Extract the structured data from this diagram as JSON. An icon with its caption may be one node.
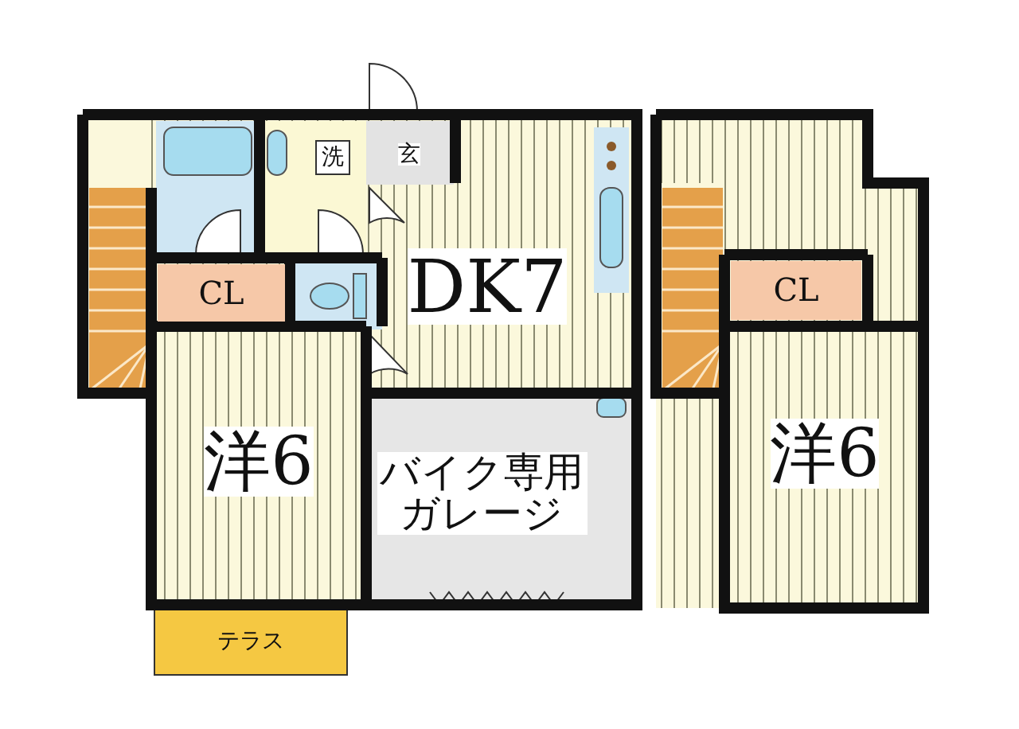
{
  "diagram": {
    "nodes": [
      {
        "text": [
          "洗"
        ]
      },
      {
        "text": [
          "玄"
        ]
      },
      {
        "text": [
          "CL"
        ]
      },
      {
        "text": [
          "DK7"
        ]
      },
      {
        "text": [
          "洋6"
        ]
      },
      {
        "text": [
          "バイク専用ガレージ"
        ]
      },
      {
        "text": [
          "テラス"
        ]
      },
      {
        "text": [
          "CL"
        ]
      },
      {
        "text": [
          "洋6"
        ]
      }
    ]
  }
}
